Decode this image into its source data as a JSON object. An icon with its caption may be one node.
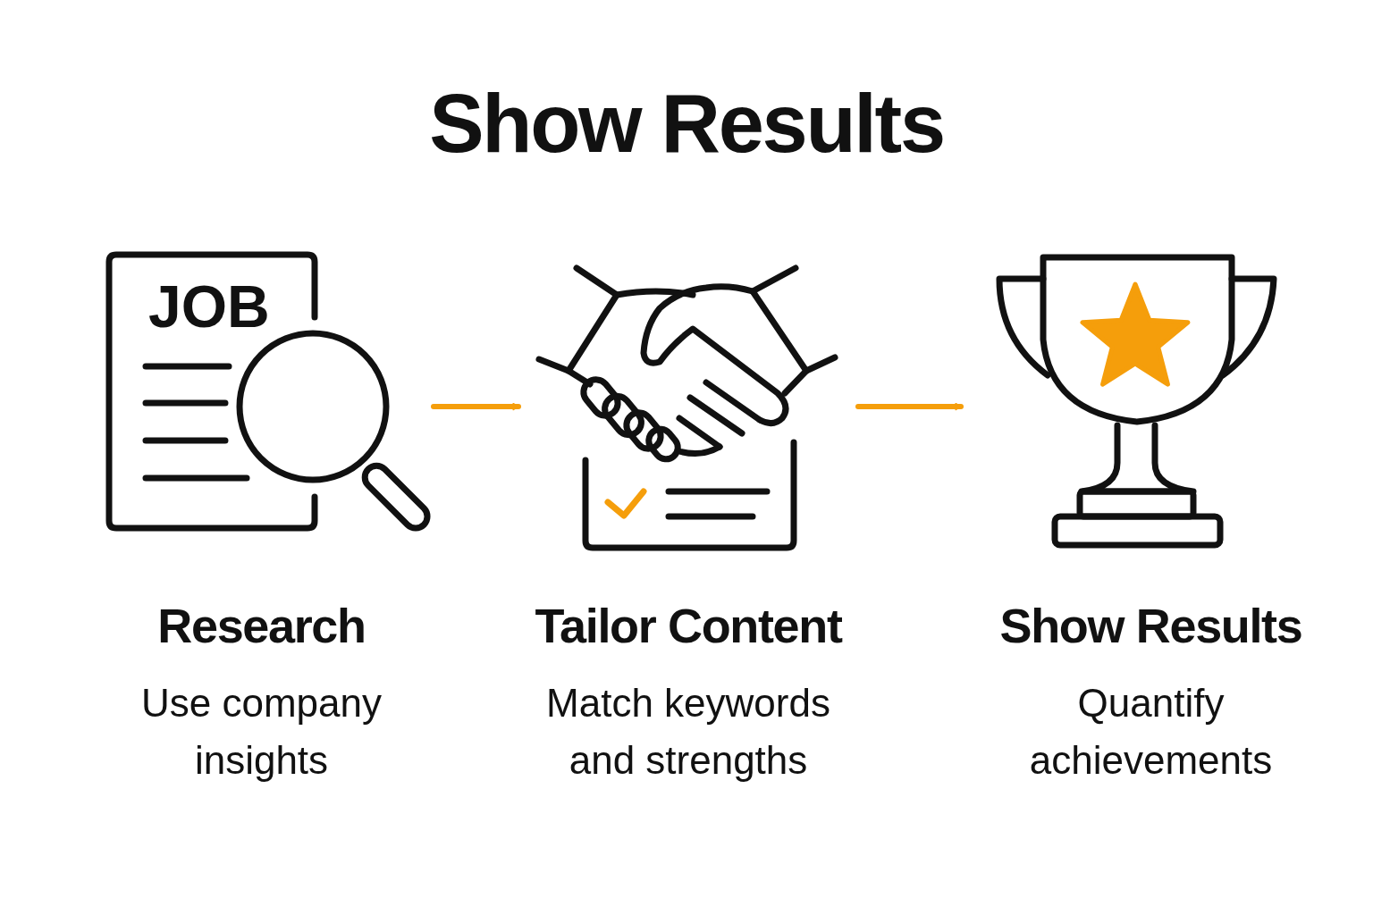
{
  "diagram": {
    "title": "Show Results",
    "nodes": [
      {
        "text": [
          "Research",
          "Use company insights"
        ]
      },
      {
        "text": [
          "Tailor Content",
          "Match keywords and strengths"
        ]
      },
      {
        "text": [
          "Show Results",
          "Quantify achievements"
        ]
      }
    ],
    "edges": [
      {
        "from": 0,
        "to": 1,
        "arrow": "to"
      },
      {
        "from": 1,
        "to": 2,
        "arrow": "to"
      }
    ],
    "labels": [
      "JOB"
    ]
  }
}
